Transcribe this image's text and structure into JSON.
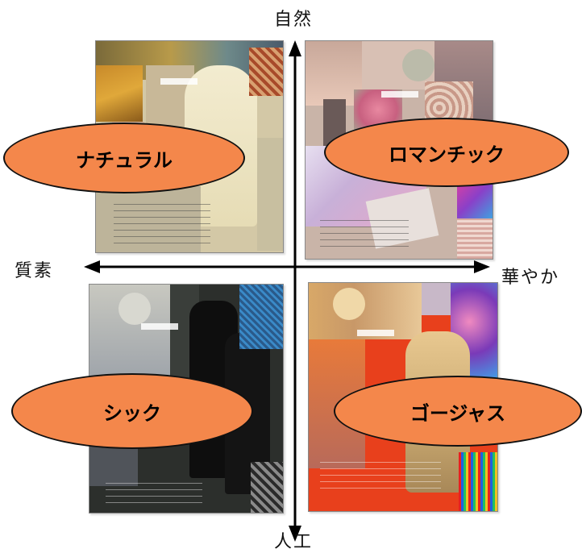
{
  "axes": {
    "top": "自然",
    "bottom": "人工",
    "left": "質素",
    "right": "華やか"
  },
  "quadrants": {
    "top_left": {
      "label": "ナチュラル"
    },
    "top_right": {
      "label": "ロマンチック"
    },
    "bottom_left": {
      "label": "シック"
    },
    "bottom_right": {
      "label": "ゴージャス"
    }
  },
  "colors": {
    "oval_fill": "#f4874b",
    "axis": "#000000",
    "natural_bg": "#d8cda8",
    "romantic_bg": "#c9b4a8",
    "chic_bg": "#2c2f2c",
    "gorgeous_bg": "#e8401c"
  }
}
